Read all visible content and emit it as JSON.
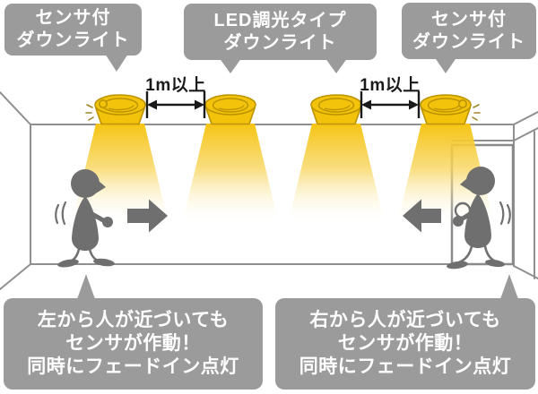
{
  "labels": {
    "left": {
      "line1": "センサ付",
      "line2": "ダウンライト"
    },
    "center": {
      "line1": "LED調光タイプ",
      "line2": "ダウンライト"
    },
    "right": {
      "line1": "センサ付",
      "line2": "ダウンライト"
    }
  },
  "measurements": {
    "left": "1m以上",
    "right": "1m以上"
  },
  "captions": {
    "left": {
      "line1": "左から人が近づいても",
      "line2": "センサが作動！",
      "line3": "同時にフェードイン点灯"
    },
    "right": {
      "line1": "右から人が近づいても",
      "line2": "センサが作動！",
      "line3": "同時にフェードイン点灯"
    }
  },
  "colors": {
    "bubble_gray": "#9b9b9b",
    "text_white": "#ffffff",
    "light_gold": "#f2c30a",
    "light_outline": "#bb9300",
    "cone_top_gold": "#f5c412",
    "figure_gray": "#6f6f6f",
    "room_line_gray": "#8f8f8f",
    "measure_black": "#1a1a1a"
  },
  "scene": {
    "downlights": [
      "sensor-downlight",
      "led-dimming-downlight",
      "led-dimming-downlight",
      "sensor-downlight"
    ],
    "people": [
      "person-walking-from-left",
      "person-entering-door-from-right"
    ],
    "direction_arrows": [
      "arrow-right",
      "arrow-left"
    ]
  }
}
